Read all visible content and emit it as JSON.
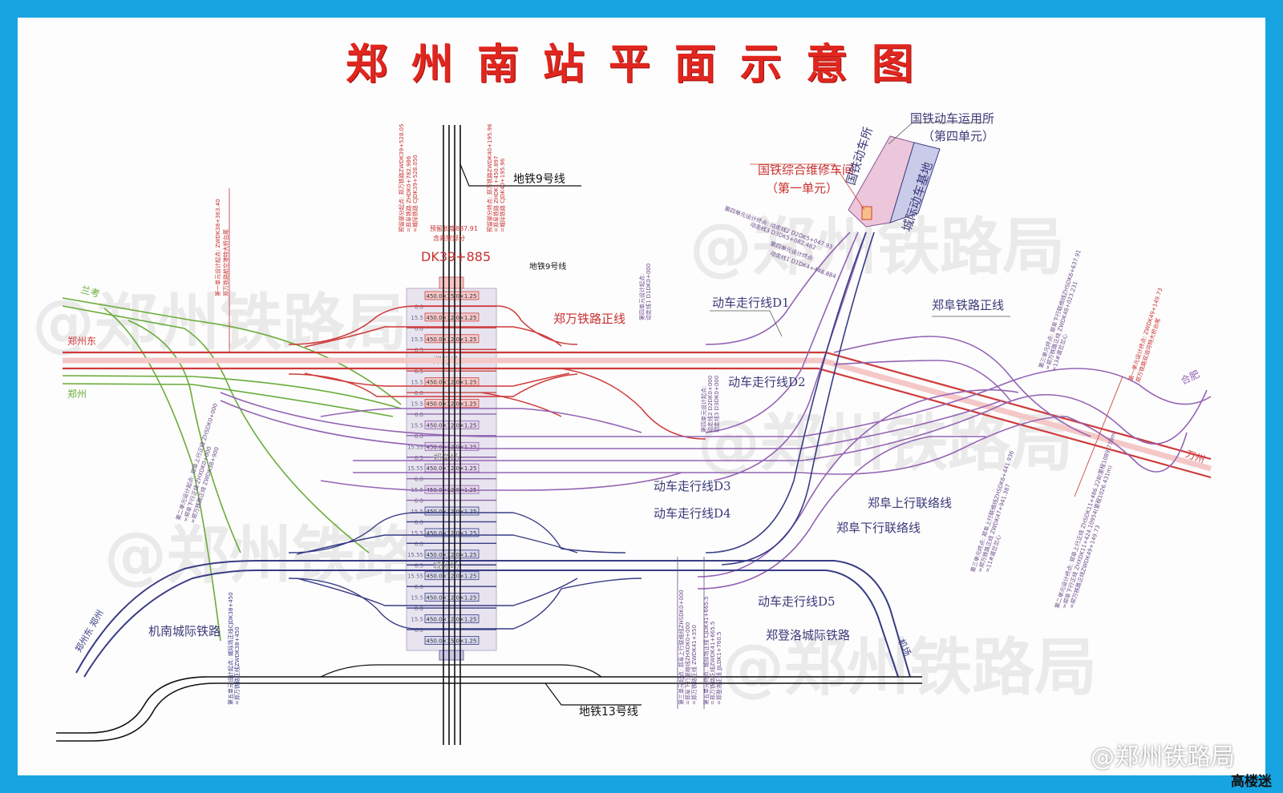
{
  "title": "郑州南站平面示意图",
  "watermark": "@郑州铁路局",
  "brand_logo": "高楼迷",
  "directions": {
    "lankao": "兰考",
    "zhengzhou_east": "郑州东",
    "zhengzhou": "郑州",
    "hefei": "合肥",
    "wanzhou": "万州",
    "zhengzhou_east_zhengzhou": "郑州东 郑州",
    "airport": "机场"
  },
  "subway": {
    "line9": "地铁9号线",
    "line9_small": "地铁9号线",
    "line13": "地铁13号线"
  },
  "station": {
    "km": "DK39+885",
    "reserve_len": "预留长度887.91",
    "reserve_sub": "含高架部分",
    "reserve_start": "预留部分起点: 郑万铁路ZWDK39+528.05",
    "reserve_start_2": "=郑阜铁路 ZHDK0+782.986",
    "reserve_start_3": "=城际铁路 CJDK39+528.050",
    "reserve_end": "预留部分终点: 郑万铁路ZWDK40+195.96",
    "reserve_end_2": "=郑阜铁路 ZHDK1+450.897",
    "reserve_end_3": "=城际铁路 CJDK40+195.96",
    "yards": [
      "郑万场",
      "郑阜场",
      "城际场"
    ]
  },
  "platform_rows": [
    {
      "g": "",
      "p": "450.0×15.0×1.25",
      "c": "r"
    },
    {
      "g": "6.0",
      "p": "",
      "c": "r"
    },
    {
      "g": "15.5",
      "p": "450.0×12.0×1.25",
      "c": "r"
    },
    {
      "g": "6.0",
      "p": "",
      "c": "r"
    },
    {
      "g": "15.5",
      "p": "450.0×12.0×1.25",
      "c": "r"
    },
    {
      "g": "6.5",
      "p": "",
      "c": "r"
    },
    {
      "g": "5.0",
      "p": "",
      "c": "r"
    },
    {
      "g": "6.5",
      "p": "",
      "c": "r"
    },
    {
      "g": "15.5",
      "p": "450.0×12.0×1.25",
      "c": "r"
    },
    {
      "g": "6.0",
      "p": "",
      "c": "r"
    },
    {
      "g": "15.5",
      "p": "450.0×12.0×1.25",
      "c": "r"
    },
    {
      "g": "6.0",
      "p": "",
      "c": "p"
    },
    {
      "g": "15.5",
      "p": "450.0×12.0×1.25",
      "c": "p"
    },
    {
      "g": "6.0",
      "p": "",
      "c": "p"
    },
    {
      "g": "15.55",
      "p": "450.0×12.0×1.25",
      "c": "p"
    },
    {
      "g": "6.5",
      "p": "",
      "c": "p"
    },
    {
      "g": "15.55",
      "p": "450.0×12.0×1.25",
      "c": "p"
    },
    {
      "g": "6.0",
      "p": "",
      "c": "p"
    },
    {
      "g": "15.5",
      "p": "450.0×12.0×1.25",
      "c": "p"
    },
    {
      "g": "6.0",
      "p": "",
      "c": "p"
    },
    {
      "g": "15.5",
      "p": "450.0×12.0×1.25",
      "c": "b"
    },
    {
      "g": "6.0",
      "p": "",
      "c": "b"
    },
    {
      "g": "15.5",
      "p": "450.0×12.0×1.25",
      "c": "b"
    },
    {
      "g": "6.0",
      "p": "",
      "c": "b"
    },
    {
      "g": "15.55",
      "p": "450.0×12.0×1.25",
      "c": "b"
    },
    {
      "g": "6.5",
      "p": "",
      "c": "b"
    },
    {
      "g": "15.55",
      "p": "450.0×12.0×1.25",
      "c": "b"
    },
    {
      "g": "6.0",
      "p": "",
      "c": "b"
    },
    {
      "g": "15.5",
      "p": "450.0×12.0×1.25",
      "c": "b"
    },
    {
      "g": "6.0",
      "p": "",
      "c": "b"
    },
    {
      "g": "15.5",
      "p": "450.0×12.0×1.25",
      "c": "b"
    },
    {
      "g": "6.0",
      "p": "",
      "c": "b"
    },
    {
      "g": "",
      "p": "450.0×15.0×1.25",
      "c": "b"
    }
  ],
  "lines": {
    "zhengwan_main": "郑万铁路正线",
    "zhengfu_main": "郑阜铁路正线",
    "d1": "动车走行线D1",
    "d2": "动车走行线D2",
    "d3": "动车走行线D3",
    "d4": "动车走行线D4",
    "d5": "动车走行线D5",
    "zf_up": "郑阜上行联络线",
    "zf_down": "郑阜下行联络线",
    "jinan": "机南城际铁路",
    "zhengdeng": "郑登洛城际铁路"
  },
  "depot": {
    "emu_depot": "国铁动车运用所",
    "emu_depot_unit": "（第四单元）",
    "repair": "国铁综合维修车间",
    "repair_unit": "（第一单元）",
    "guotie": "国铁动车所",
    "chengji": "城际动车基地"
  },
  "notes": {
    "n1": "第一单元设计起点: ZWDK38+363.40",
    "n1b": "郑万铁路航空港特大桥台尾",
    "n2": "第四单元设计终点: 动走线2 D2DK5+047.93",
    "n2b": "动走线3 D3DK5+082.482",
    "n3": "第四单元设计终点:",
    "n3b": "动走线1 D1DK4+448.884",
    "n4": "第四单元设计起点:",
    "n4b": "动走线1 D1DK0+000",
    "n5": "第四单元设计起点:",
    "n5b": "动走线2 D2DK0+000",
    "n5c": "动走线3 D3DK0+000",
    "n6": "第三单元终点: 郑阜下行联络线ZHSDK6+637.91",
    "n6b": "=郑万铁路正线 ZWDK48+023.231",
    "n6c": "=13#道岔岔心",
    "n7": "第一单元设计终点: ZWDK49+149.73",
    "n7b": "郑万铁路双洎河特大桥台尾",
    "n8": "第三单元终点: 郑阜上行联络线ZHSDK6+441.936",
    "n8b": "=郑万铁路正线 ZWDK47+941.387",
    "n8c": "=11#道岔岔心",
    "n9": "第二单元设计终点: 郑阜上行正线 ZHSDK11+486.228(里程1089.778m)",
    "n9b": "=郑阜下行正线 ZHXDK11+424.10954(里程1026.431m)",
    "n9c": "=郑万铁路正线ZWDK49+149.73",
    "n10": "第二单元设计起点: 郑阜上行正线 ZHSDK0+000",
    "n10b": "=郑阜下行正线 ZHXDK0+000",
    "n10c": "=郑万铁路正线 ZWDK38+900",
    "n11": "第五单元设计起点: 城际场正线CJDK38+450",
    "n11b": "=郑万铁路正线ZWDK38+450",
    "n12": "第三单元起点: 郑阜上行联络线ZHSDK0+000",
    "n12b": "=郑阜下行联络线ZHXDK0+000",
    "n12c": "=郑万铁路正线 ZWDK41+350",
    "n13": "第五单元终点: 城际场正线 CJDK41+665.5",
    "n13b": "=郑万铁路正线ZWDK41+665.5",
    "n13c": "=郑登洛正线 JJLDK1+760.5"
  },
  "colors": {
    "frame": "#18a4e0",
    "title": "#e0261e",
    "zhengwan": "#cf3a3a",
    "zhengfu": "#9464b4",
    "chengji": "#383c84",
    "green": "#6aac3a",
    "subway": "#111111"
  }
}
